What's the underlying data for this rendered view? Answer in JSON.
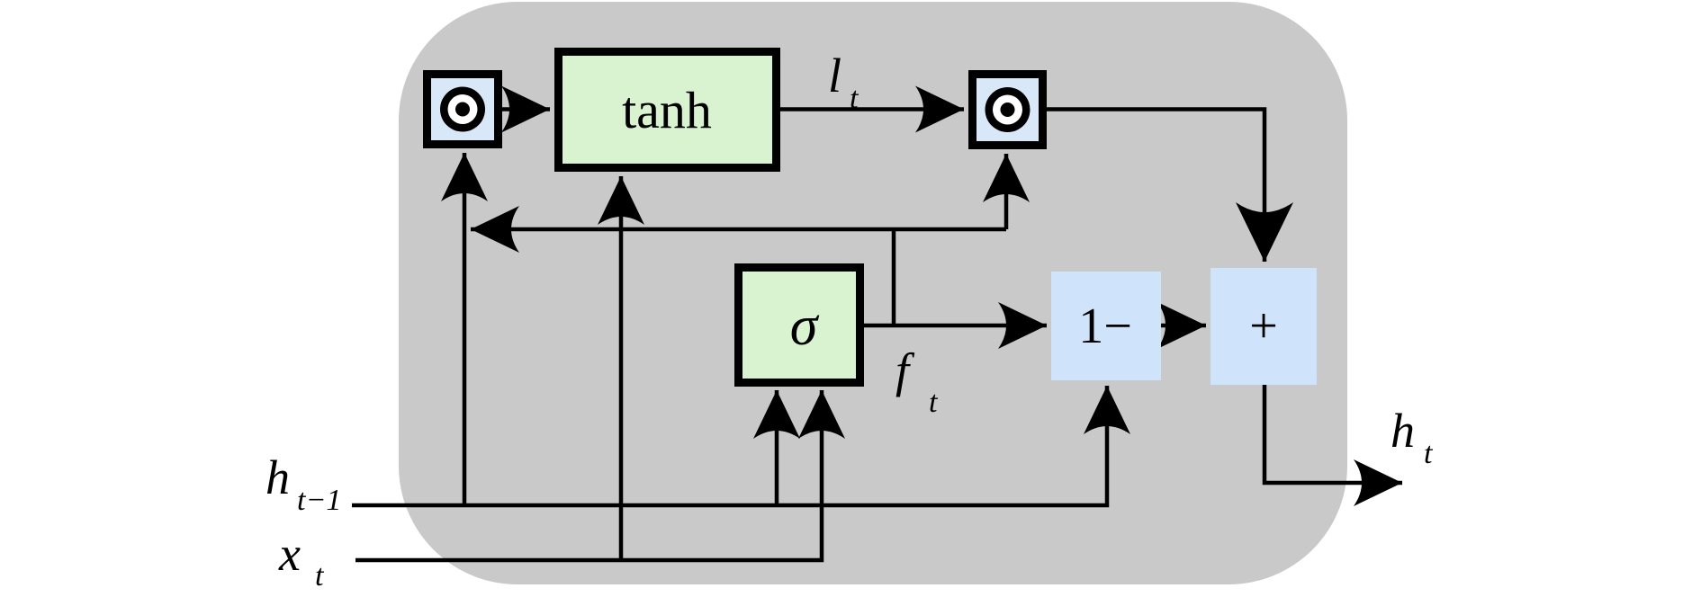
{
  "colors": {
    "cell_fill": "#c9c9c9",
    "gate_fill": "#d9f2d0",
    "op_fill": "#d8e8f8",
    "plain_op_fill": "#cfe3fa",
    "stroke": "#000000"
  },
  "nodes": {
    "tanh": "tanh",
    "sigma": "σ",
    "one_minus": "1−",
    "plus": "+"
  },
  "icons": {
    "odot_left": "circled-dot",
    "odot_right": "circled-dot"
  },
  "labels": {
    "l_t": {
      "main": "l",
      "sub": "t"
    },
    "f_t": {
      "main": "f",
      "sub": "t"
    },
    "h_t": {
      "main": "h",
      "sub": "t"
    },
    "h_prev": {
      "main": "h",
      "sub": "t−1"
    },
    "x_t": {
      "main": "x",
      "sub": "t"
    }
  }
}
